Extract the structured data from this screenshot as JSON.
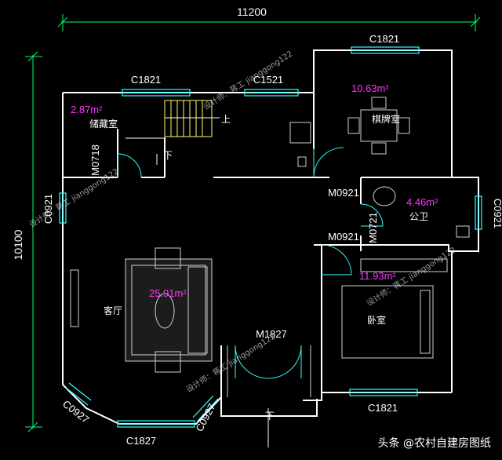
{
  "dimensions": {
    "overall_width": "11200",
    "overall_depth": "10100"
  },
  "windows": {
    "top_right": "C1821",
    "top_left": "C1821",
    "top_mid": "C1521",
    "left": "C0921",
    "right": "C0921",
    "bottom_right": "C1821",
    "bottom_left": "C1827",
    "corner_left": "C0927",
    "corner_right": "C0927"
  },
  "doors": {
    "storage": "M0718",
    "chess": "M0921",
    "bedroom": "M0921",
    "bath": "M0721",
    "entrance": "M1827"
  },
  "rooms": {
    "storage": {
      "area": "2.87m²",
      "name": "储藏室"
    },
    "chess": {
      "area": "10.63m²",
      "name": "棋牌室"
    },
    "bath": {
      "area": "4.46m²",
      "name": "公卫"
    },
    "bedroom": {
      "area": "11.93m²",
      "name": "卧室"
    },
    "living": {
      "area": "25.91m²",
      "name": "客厅"
    }
  },
  "stairs": {
    "up": "上",
    "down": "下",
    "entrance_down": "下"
  },
  "watermark": "设计师：蒋工 jianggong122",
  "brand": "头条 @农村自建房图纸"
}
